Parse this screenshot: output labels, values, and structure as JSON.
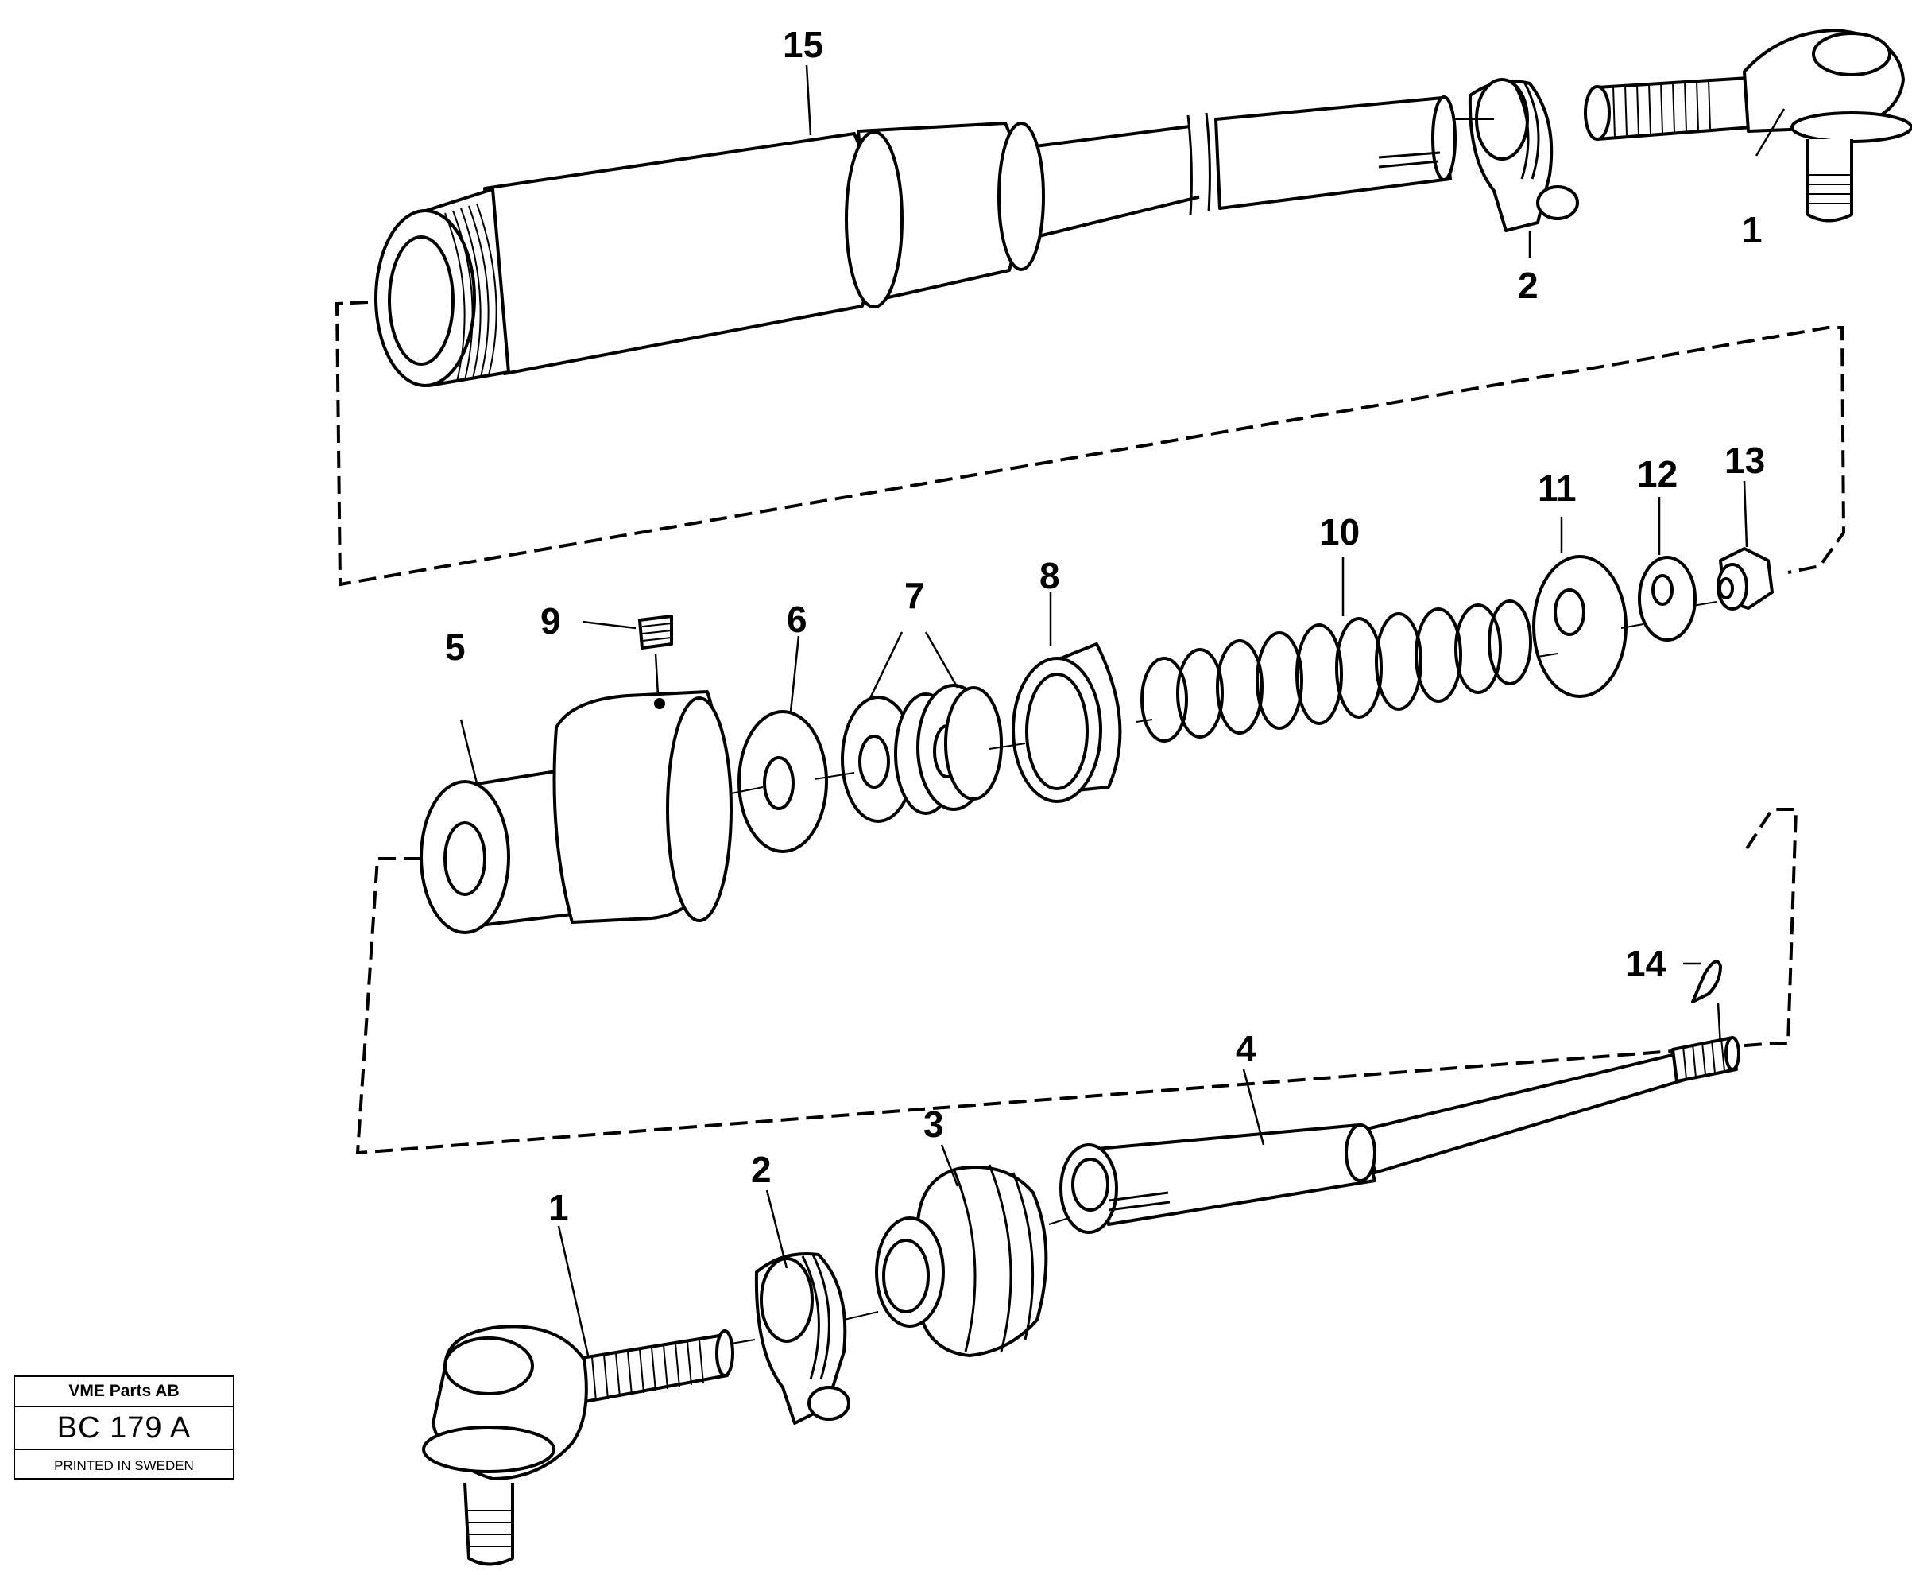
{
  "callouts": {
    "c15": "15",
    "c2_top": "2",
    "c1_top": "1",
    "c5": "5",
    "c9": "9",
    "c6": "6",
    "c7": "7",
    "c8": "8",
    "c10": "10",
    "c11": "11",
    "c12": "12",
    "c13": "13",
    "c14": "14",
    "c4": "4",
    "c3": "3",
    "c2_bottom": "2",
    "c1_bottom": "1"
  },
  "stamp": {
    "company": "VME Parts AB",
    "code": "BC 179 A",
    "printed": "PRINTED IN SWEDEN"
  }
}
